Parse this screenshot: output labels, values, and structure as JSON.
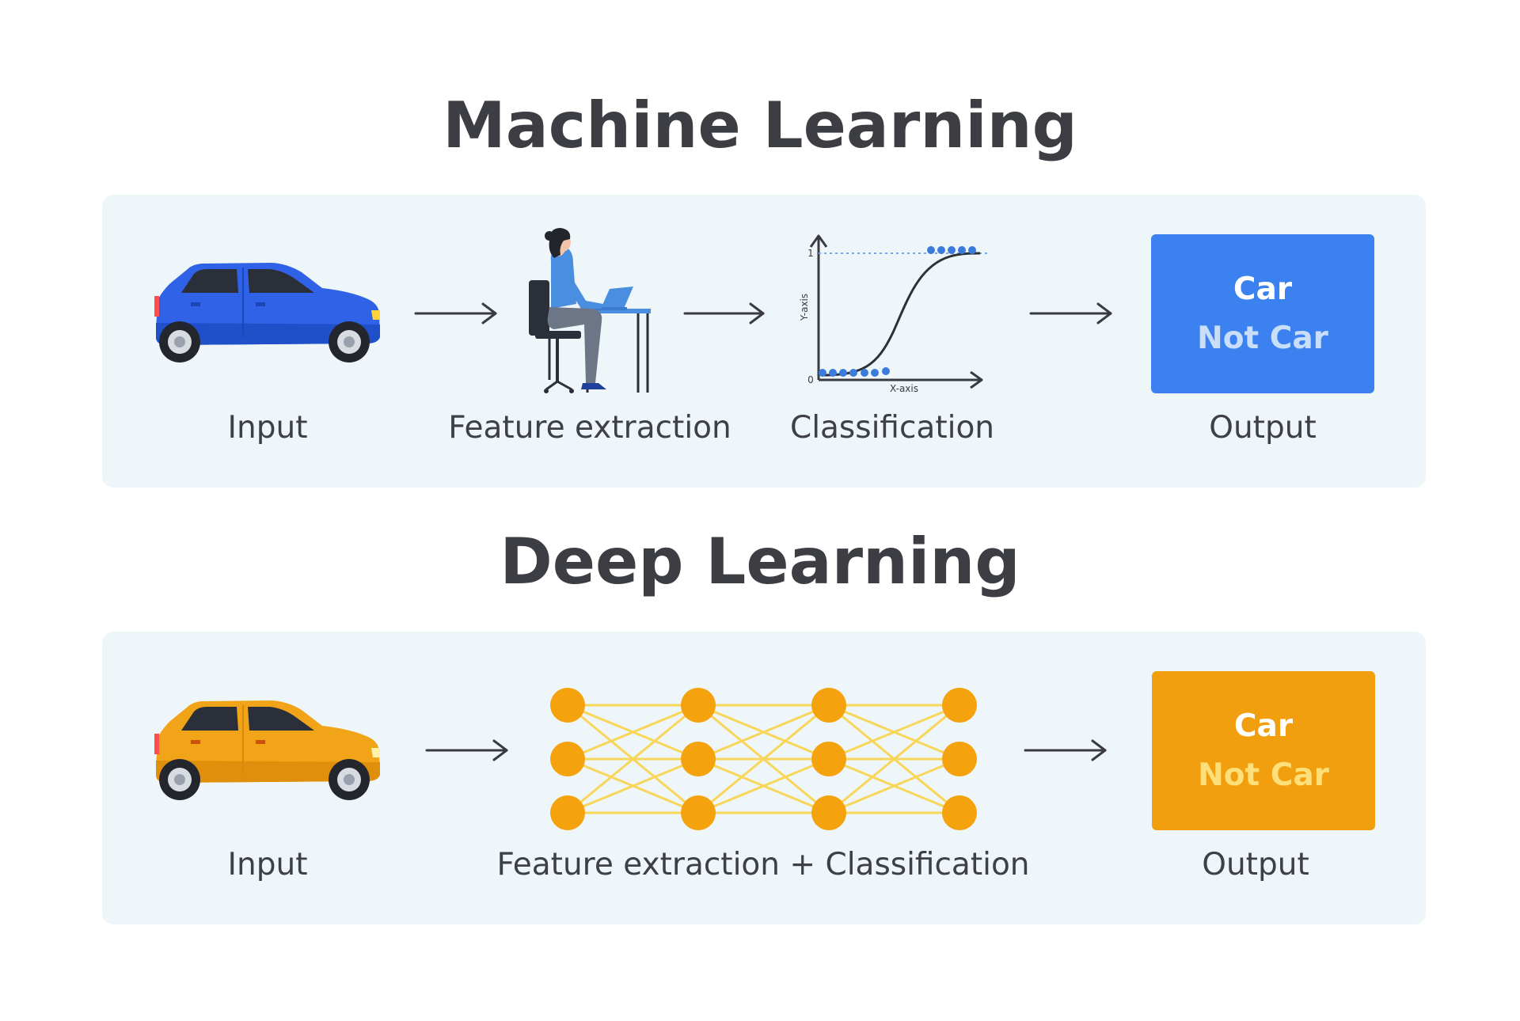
{
  "machine_learning": {
    "title": "Machine Learning",
    "labels": {
      "input": "Input",
      "feature_extraction": "Feature extraction",
      "classification": "Classification",
      "output": "Output"
    },
    "chart": {
      "y_label": "Y-axis",
      "x_label": "X-axis",
      "y_tick_top": "1",
      "y_tick_zero": "0"
    },
    "output_box": {
      "line1": "Car",
      "line2": "Not Car"
    },
    "colors": {
      "car": "#2f62e6",
      "box": "#3b82f0",
      "line2": "#c9def9",
      "person": "#4a8ee0"
    }
  },
  "deep_learning": {
    "title": "Deep Learning",
    "labels": {
      "input": "Input",
      "process": "Feature extraction + Classification",
      "output": "Output"
    },
    "output_box": {
      "line1": "Car",
      "line2": "Not Car"
    },
    "colors": {
      "car": "#f2a418",
      "box": "#f29f0f",
      "line2": "#fde07a",
      "node": "#f4a20e",
      "edge": "#f7d65a"
    }
  },
  "network": {
    "layers": 4,
    "nodes_per_layer": 3
  }
}
